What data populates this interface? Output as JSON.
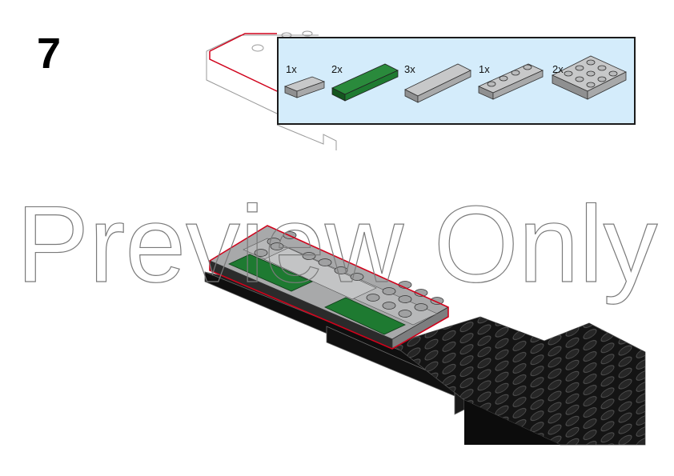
{
  "step": {
    "number": "7"
  },
  "parts_list": {
    "items": [
      {
        "quantity": "1x",
        "part": "light-gray-tile-1x2-icon",
        "color": "#a8a9aa"
      },
      {
        "quantity": "2x",
        "part": "green-tile-1x4-icon",
        "color": "#1e7a31"
      },
      {
        "quantity": "3x",
        "part": "light-gray-tile-1x4-icon",
        "color": "#a8a9aa"
      },
      {
        "quantity": "1x",
        "part": "light-gray-plate-1x4-icon",
        "color": "#a8a9aa"
      },
      {
        "quantity": "2x",
        "part": "light-gray-plate-2x3-icon",
        "color": "#a8a9aa"
      }
    ]
  },
  "watermark": {
    "text": "Preview Only"
  },
  "colors": {
    "parts_box_background": "#d4ecfb",
    "highlight_outline": "#d0021b",
    "black_brick": "#141414",
    "light_gray": "#a8a9aa",
    "green": "#1e7a31"
  }
}
